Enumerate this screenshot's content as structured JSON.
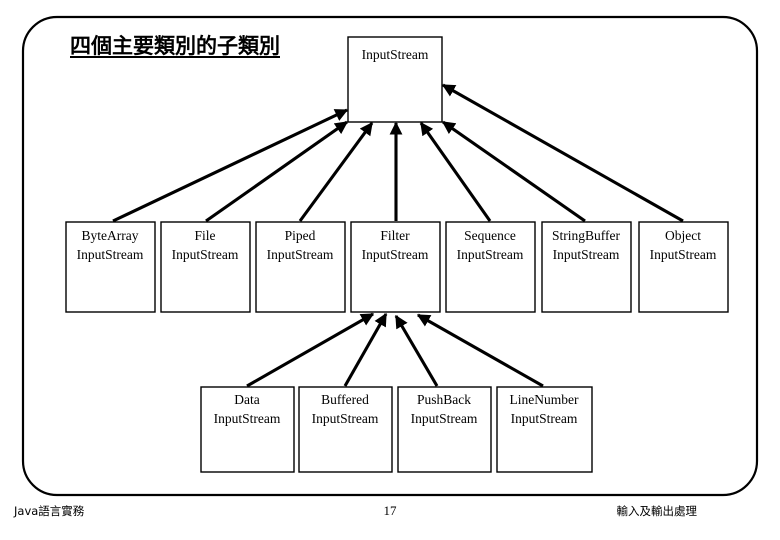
{
  "slide": {
    "title": "四個主要類別的子類別",
    "background_color": "#ffffff",
    "line_color": "#000000"
  },
  "diagram": {
    "type": "class-hierarchy",
    "root": {
      "id": "inputstream",
      "line1": "InputStream",
      "line2": ""
    },
    "level2": [
      {
        "id": "bytearray-inputstream",
        "line1": "ByteArray",
        "line2": "InputStream"
      },
      {
        "id": "file-inputstream",
        "line1": "File",
        "line2": "InputStream"
      },
      {
        "id": "piped-inputstream",
        "line1": "Piped",
        "line2": "InputStream"
      },
      {
        "id": "filter-inputstream",
        "line1": "Filter",
        "line2": "InputStream"
      },
      {
        "id": "sequence-inputstream",
        "line1": "Sequence",
        "line2": "InputStream"
      },
      {
        "id": "stringbuffer-inputstream",
        "line1": "StringBuffer",
        "line2": "InputStream"
      },
      {
        "id": "object-inputstream",
        "line1": "Object",
        "line2": "InputStream"
      }
    ],
    "level3": [
      {
        "id": "data-inputstream",
        "line1": "Data",
        "line2": "InputStream"
      },
      {
        "id": "buffered-inputstream",
        "line1": "Buffered",
        "line2": "InputStream"
      },
      {
        "id": "pushback-inputstream",
        "line1": "PushBack",
        "line2": "InputStream"
      },
      {
        "id": "linenumber-inputstream",
        "line1": "LineNumber",
        "line2": "InputStream"
      }
    ],
    "edges_to_root": [
      "bytearray-inputstream",
      "file-inputstream",
      "piped-inputstream",
      "filter-inputstream",
      "sequence-inputstream",
      "stringbuffer-inputstream",
      "object-inputstream"
    ],
    "edges_to_filter": [
      "data-inputstream",
      "buffered-inputstream",
      "pushback-inputstream",
      "linenumber-inputstream"
    ]
  },
  "footer": {
    "left": "Java語言實務",
    "page_number": "17",
    "right": "輸入及輸出處理"
  }
}
